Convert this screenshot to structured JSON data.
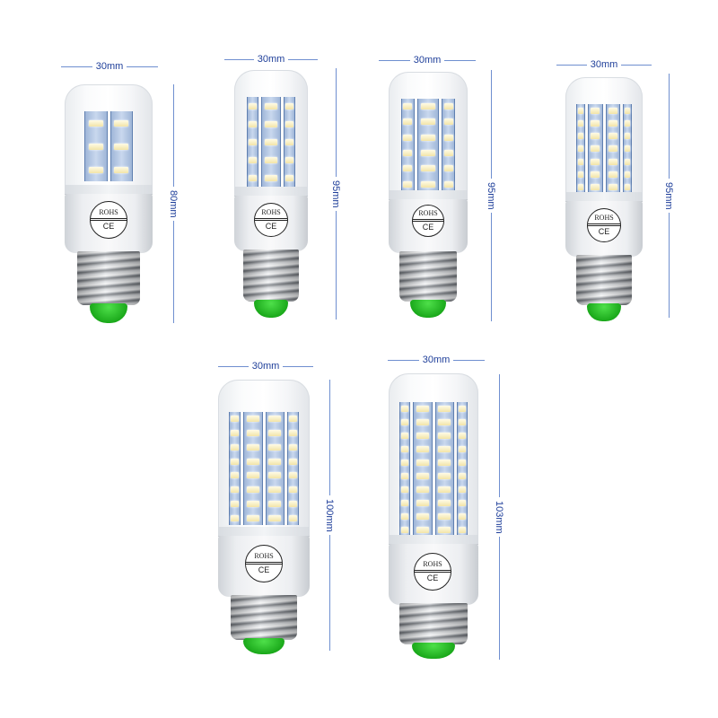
{
  "colors": {
    "dimension_line": "#6f8fd0",
    "dimension_text": "#1f3f9a",
    "cap_green": "#1aa81a",
    "background": "#ffffff"
  },
  "bulbs": [
    {
      "width_label": "30mm",
      "height_label": "80mm",
      "led_rows": 3,
      "badge_top": "ROHS",
      "badge_bottom": "CE"
    },
    {
      "width_label": "30mm",
      "height_label": "95mm",
      "led_rows": 5,
      "badge_top": "ROHS",
      "badge_bottom": "CE"
    },
    {
      "width_label": "30mm",
      "height_label": "95mm",
      "led_rows": 6,
      "badge_top": "ROHS",
      "badge_bottom": "CE"
    },
    {
      "width_label": "30mm",
      "height_label": "95mm",
      "led_rows": 7,
      "badge_top": "ROHS",
      "badge_bottom": "CE"
    },
    {
      "width_label": "30mm",
      "height_label": "100mm",
      "led_rows": 8,
      "badge_top": "ROHS",
      "badge_bottom": "CE"
    },
    {
      "width_label": "30mm",
      "height_label": "103mm",
      "led_rows": 10,
      "badge_top": "ROHS",
      "badge_bottom": "CE"
    }
  ]
}
